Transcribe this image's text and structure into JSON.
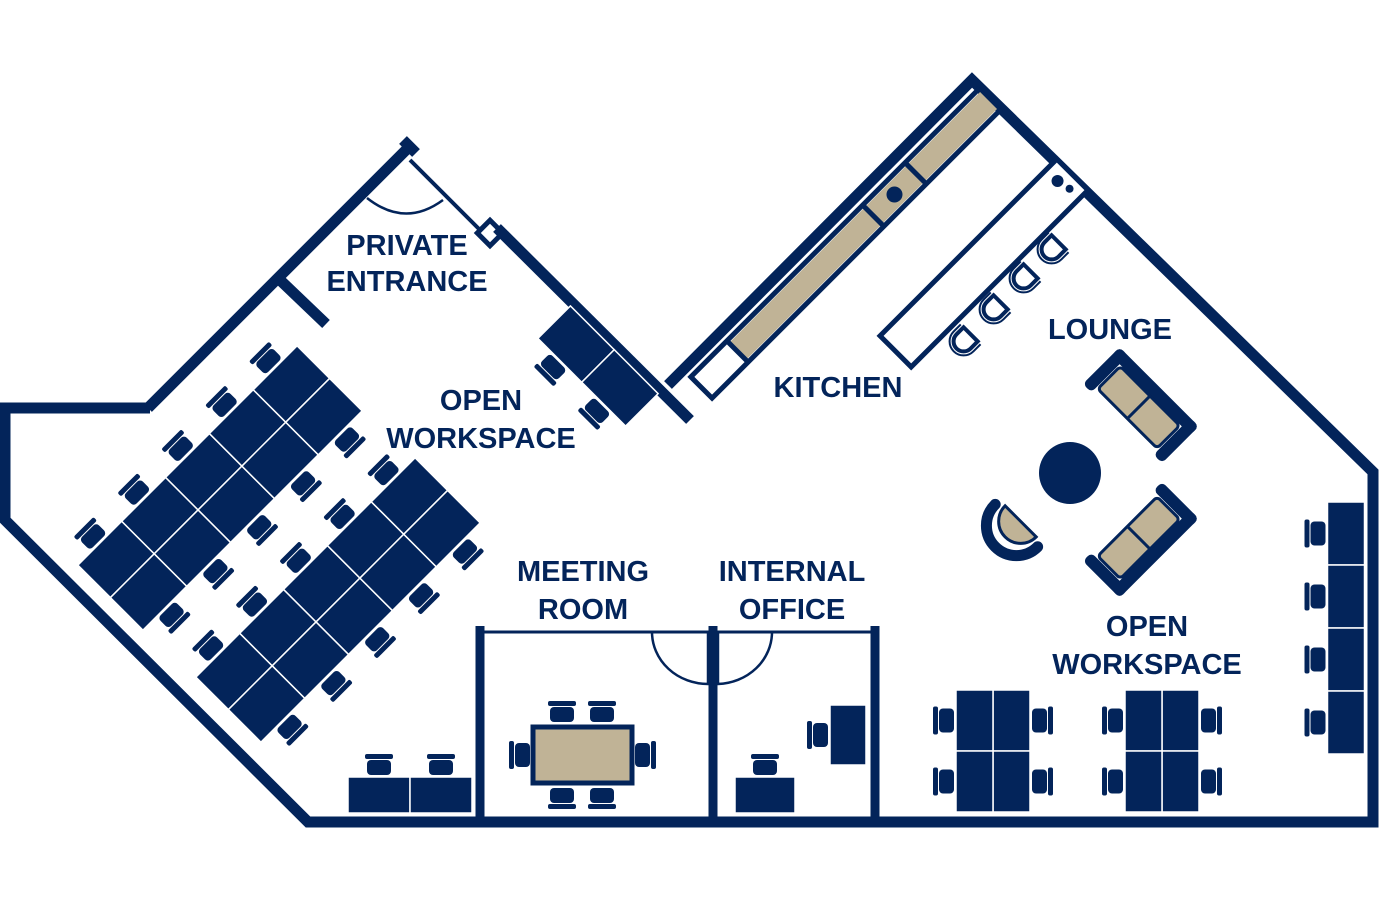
{
  "colors": {
    "navy": "#03245a",
    "tan": "#c0b396",
    "background": "#ffffff"
  },
  "rooms": {
    "private_entrance": [
      "PRIVATE",
      "ENTRANCE"
    ],
    "open_workspace_left": [
      "OPEN",
      "WORKSPACE"
    ],
    "kitchen": "KITCHEN",
    "lounge": "LOUNGE",
    "meeting_room": [
      "MEETING",
      "ROOM"
    ],
    "internal_office": [
      "INTERNAL",
      "OFFICE"
    ],
    "open_workspace_right": [
      "OPEN",
      "WORKSPACE"
    ]
  }
}
